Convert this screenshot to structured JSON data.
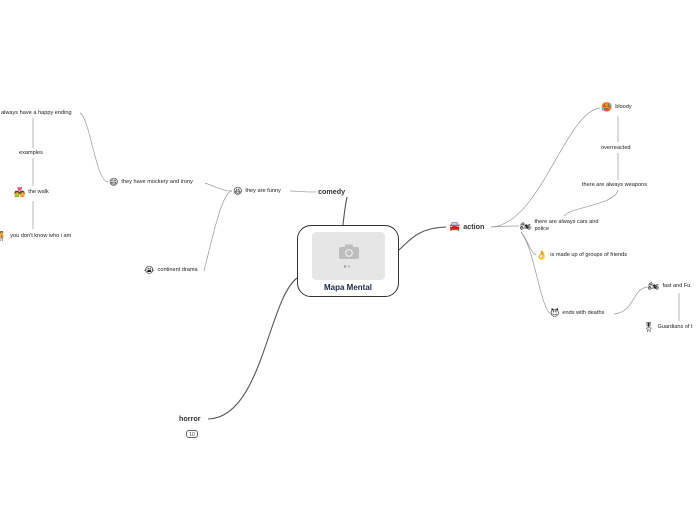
{
  "central": {
    "title": "Mapa Mental",
    "image_icon": "camera-icon"
  },
  "branches": {
    "comedy": {
      "label": "comedy"
    },
    "action": {
      "label": "action",
      "icon": "car-icon"
    },
    "horror": {
      "label": "horror",
      "collapsed_count": "10"
    }
  },
  "comedy_nodes": {
    "funny": {
      "label": "they are funny",
      "icon": "laughing-face-icon"
    },
    "mockery": {
      "label": "they have mockery and irony",
      "icon": "grinning-face-icon"
    },
    "drama": {
      "label": "continent drama",
      "icon": "crying-face-icon"
    },
    "happy_ending": {
      "label": "always have a happy ending"
    },
    "examples": {
      "label": "examples"
    },
    "walk": {
      "label": "the walk",
      "icon": "couple-heart-icon"
    },
    "dont_know": {
      "label": "you don't know who i am",
      "icon": "figure-icon"
    }
  },
  "action_nodes": {
    "bloody": {
      "label": "bloody",
      "icon": "face-icon"
    },
    "overreacted": {
      "label": "overreacted"
    },
    "weapons": {
      "label": "there are always weapons"
    },
    "cars": {
      "label": "there are always cars and police",
      "icon": "motorcycle-icon"
    },
    "groups": {
      "label": "is made up of groups of friends",
      "icon": "hand-icon"
    },
    "deaths": {
      "label": "ends with deaths",
      "icon": "devil-icon"
    },
    "fast": {
      "label": "fast and Fu",
      "icon": "motorcycle-icon"
    },
    "guardians": {
      "label": "Guardians of t",
      "icon": "medal-icon"
    }
  }
}
